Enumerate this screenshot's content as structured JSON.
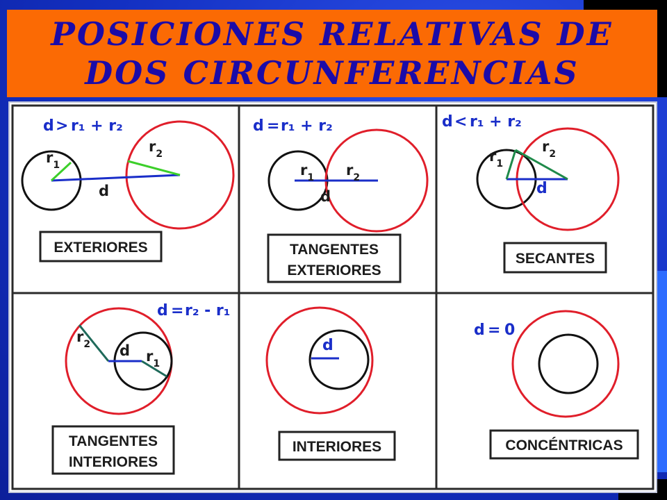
{
  "title": {
    "line1": "POSICIONES RELATIVAS DE",
    "line2": "DOS CIRCUNFERENCIAS"
  },
  "symbols": {
    "r": "r",
    "one": "1",
    "two": "2",
    "d": "d"
  },
  "cells": [
    {
      "id": "exteriores",
      "formula_op": ">",
      "formula_rhs": "r₁ + r₂",
      "label_lines": [
        "EXTERIORES"
      ]
    },
    {
      "id": "tangentes-exteriores",
      "formula_op": "=",
      "formula_rhs": "r₁ + r₂",
      "label_lines": [
        "TANGENTES",
        "EXTERIORES"
      ]
    },
    {
      "id": "secantes",
      "formula_op": "<",
      "formula_rhs": "r₁ + r₂",
      "label_lines": [
        "SECANTES"
      ]
    },
    {
      "id": "tangentes-interiores",
      "formula_op": "=",
      "formula_rhs": "r₂ - r₁",
      "label_lines": [
        "TANGENTES",
        "INTERIORES"
      ]
    },
    {
      "id": "interiores",
      "label_lines": [
        "INTERIORES"
      ]
    },
    {
      "id": "concentricas",
      "formula_op": "=",
      "formula_rhs": "0",
      "label_lines": [
        "CONCÉNTRICAS"
      ]
    }
  ],
  "colors": {
    "background": "#1733c9",
    "title_bg": "#fb6a04",
    "title_text": "#1b0ba8",
    "red_circle": "#e01e2a",
    "black_circle": "#111111",
    "distance_line": "#1a2ec9",
    "radius_line": "#3ccf2a",
    "radius_line_dark": "#1f8a4a"
  }
}
